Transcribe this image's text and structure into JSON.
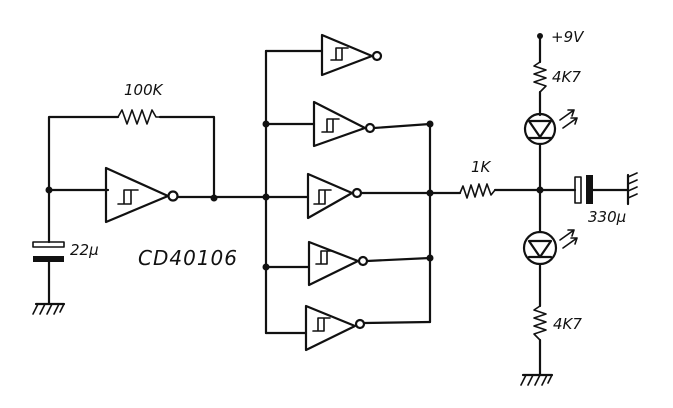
{
  "labels": {
    "feedback_resistor": "100K",
    "timing_capacitor": "22μ",
    "ic": "CD40106",
    "series_resistor": "1K",
    "supply": "+9V",
    "top_resistor": "4K7",
    "bottom_resistor": "4K7",
    "output_capacitor": "330μ"
  },
  "colors": {
    "ink": "#111111",
    "paper": "#ffffff"
  },
  "symbols": {
    "gate": "schmitt-trigger-inverter",
    "led": "led",
    "ground": "ground",
    "capacitor": "polarized-capacitor",
    "resistor": "resistor"
  }
}
